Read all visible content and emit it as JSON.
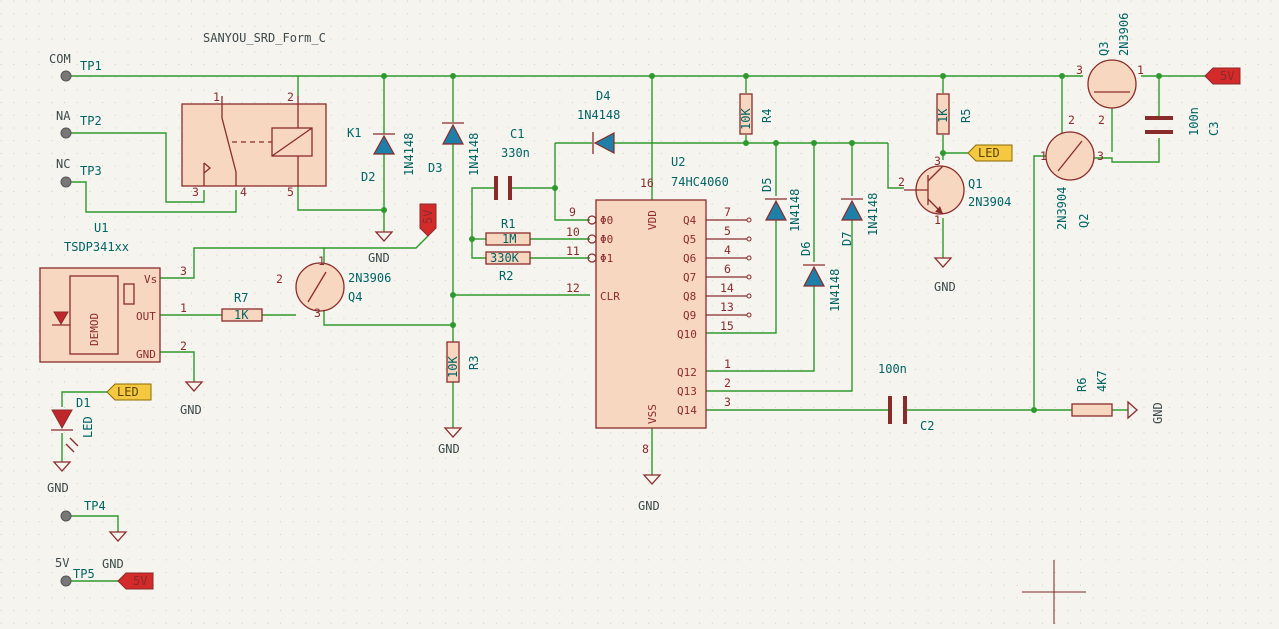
{
  "title_label": "SANYOU_SRD_Form_C",
  "test_points": [
    {
      "ref": "TP1",
      "net": "COM"
    },
    {
      "ref": "TP2",
      "net": "NA"
    },
    {
      "ref": "TP3",
      "net": "NC"
    },
    {
      "ref": "TP4",
      "net": "GND"
    },
    {
      "ref": "TP5",
      "net": "5V"
    }
  ],
  "relay": {
    "ref": "K1",
    "u": "U1",
    "pins": [
      "1",
      "2",
      "3",
      "4",
      "5"
    ]
  },
  "ir_receiver": {
    "value": "TSDP341xx",
    "block": "DEMOD",
    "pins": {
      "vs": "Vs",
      "out": "OUT",
      "gnd": "GND"
    },
    "pin_nums": [
      "3",
      "1",
      "2"
    ]
  },
  "counter": {
    "ref": "U2",
    "value": "74HC4060",
    "pins_left": [
      {
        "num": "9",
        "name": "Φ0"
      },
      {
        "num": "10",
        "name": "Φ0"
      },
      {
        "num": "11",
        "name": "Φ1"
      },
      {
        "num": "12",
        "name": "CLR"
      }
    ],
    "pins_right": [
      {
        "num": "7",
        "name": "Q4"
      },
      {
        "num": "5",
        "name": "Q5"
      },
      {
        "num": "4",
        "name": "Q6"
      },
      {
        "num": "6",
        "name": "Q7"
      },
      {
        "num": "14",
        "name": "Q8"
      },
      {
        "num": "13",
        "name": "Q9"
      },
      {
        "num": "15",
        "name": "Q10"
      },
      {
        "num": "1",
        "name": "Q12"
      },
      {
        "num": "2",
        "name": "Q13"
      },
      {
        "num": "3",
        "name": "Q14"
      }
    ],
    "vdd": {
      "num": "16",
      "name": "VDD"
    },
    "vss": {
      "num": "8",
      "name": "VSS"
    }
  },
  "diodes": [
    {
      "ref": "D2",
      "value": "1N4148"
    },
    {
      "ref": "D3",
      "value": "1N4148"
    },
    {
      "ref": "D4",
      "value": "1N4148"
    },
    {
      "ref": "D5",
      "value": "1N4148"
    },
    {
      "ref": "D6",
      "value": "1N4148"
    },
    {
      "ref": "D7",
      "value": "1N4148"
    },
    {
      "ref": "D1",
      "value": "LED"
    }
  ],
  "resistors": [
    {
      "ref": "R1",
      "value": "1M"
    },
    {
      "ref": "R2",
      "value": "330K"
    },
    {
      "ref": "R3",
      "value": "10K"
    },
    {
      "ref": "R4",
      "value": "10K"
    },
    {
      "ref": "R5",
      "value": "1K"
    },
    {
      "ref": "R6",
      "value": "4K7"
    },
    {
      "ref": "R7",
      "value": "1K"
    }
  ],
  "capacitors": [
    {
      "ref": "C1",
      "value": "330n"
    },
    {
      "ref": "C2",
      "value": "100n"
    },
    {
      "ref": "C3",
      "value": "100n"
    }
  ],
  "transistors": [
    {
      "ref": "Q1",
      "value": "2N3904"
    },
    {
      "ref": "Q2",
      "value": "2N3904"
    },
    {
      "ref": "Q3",
      "value": "2N3906"
    },
    {
      "ref": "Q4",
      "value": "2N3906"
    }
  ],
  "nets": {
    "gnd": "GND",
    "v5": "5V",
    "led": "LED"
  },
  "pin_labels": {
    "q1": [
      "2",
      "3",
      "1"
    ],
    "q2": [
      "1",
      "2",
      "3"
    ],
    "q3": [
      "3",
      "1",
      "2"
    ],
    "q4": [
      "2",
      "1",
      "3"
    ]
  },
  "colors": {
    "wire": "#2e9a2e",
    "body": "#8a2b2b",
    "fill": "#f7d7c0",
    "led_flag": "#f5c842",
    "power_flag": "#d42a2a",
    "diode_fill": "#1e7fa8",
    "ref_text": "#006464"
  }
}
